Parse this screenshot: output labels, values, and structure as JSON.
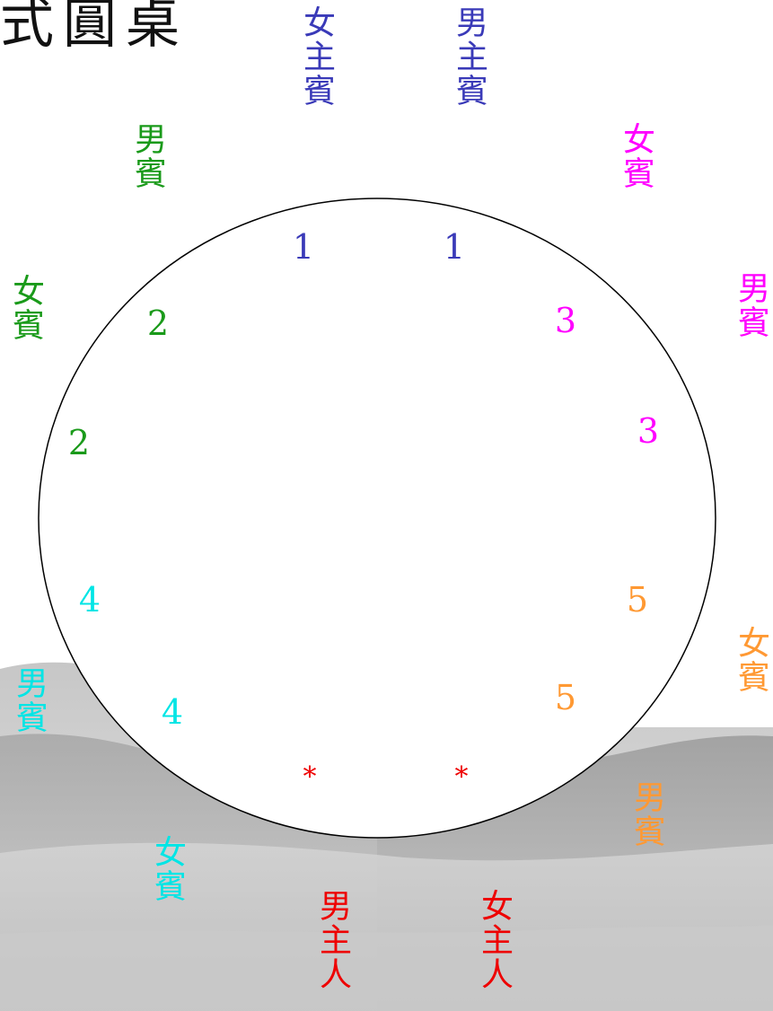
{
  "title": "式圓桌",
  "colors": {
    "group1": "#3a3ab8",
    "group2": "#1a9a1a",
    "group3": "#ff00ff",
    "group4": "#00e5e5",
    "group5": "#ff9933",
    "hosts": "#ee0000"
  },
  "seat_numbers": [
    {
      "id": "1a",
      "text": "1",
      "group": "group1"
    },
    {
      "id": "1b",
      "text": "1",
      "group": "group1"
    },
    {
      "id": "2a",
      "text": "2",
      "group": "group2"
    },
    {
      "id": "2b",
      "text": "2",
      "group": "group2"
    },
    {
      "id": "3a",
      "text": "3",
      "group": "group3"
    },
    {
      "id": "3b",
      "text": "3",
      "group": "group3"
    },
    {
      "id": "4a",
      "text": "4",
      "group": "group4"
    },
    {
      "id": "4b",
      "text": "4",
      "group": "group4"
    },
    {
      "id": "5a",
      "text": "5",
      "group": "group5"
    },
    {
      "id": "5b",
      "text": "5",
      "group": "group5"
    },
    {
      "id": "hostA",
      "text": "*",
      "group": "hosts"
    },
    {
      "id": "hostB",
      "text": "*",
      "group": "hosts"
    }
  ],
  "guest_labels": [
    {
      "id": "hostess-guest",
      "text": "女主賓",
      "group": "group1"
    },
    {
      "id": "host-guest",
      "text": "男主賓",
      "group": "group1"
    },
    {
      "id": "g2-male",
      "text": "男賓",
      "group": "group2"
    },
    {
      "id": "g2-female",
      "text": "女賓",
      "group": "group2"
    },
    {
      "id": "g3-female",
      "text": "女賓",
      "group": "group3"
    },
    {
      "id": "g3-male",
      "text": "男賓",
      "group": "group3"
    },
    {
      "id": "g4-male",
      "text": "男賓",
      "group": "group4"
    },
    {
      "id": "g4-female",
      "text": "女賓",
      "group": "group4"
    },
    {
      "id": "g5-female",
      "text": "女賓",
      "group": "group5"
    },
    {
      "id": "g5-male",
      "text": "男賓",
      "group": "group5"
    },
    {
      "id": "host",
      "text": "男主人",
      "group": "hosts"
    },
    {
      "id": "hostess",
      "text": "女主人",
      "group": "hosts"
    }
  ]
}
